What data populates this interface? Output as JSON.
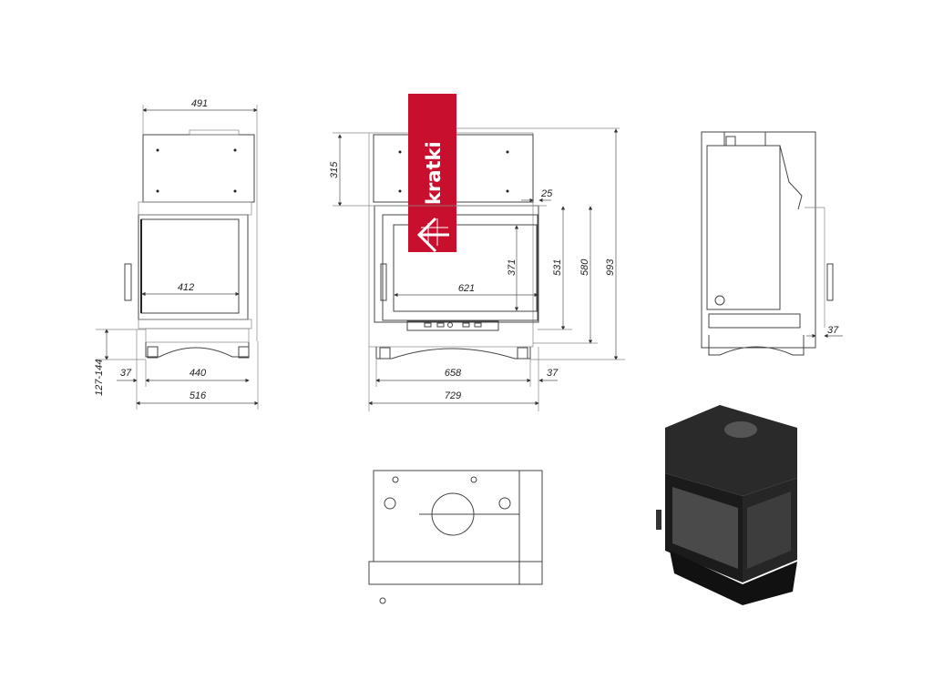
{
  "brand": {
    "name": "kratki",
    "color": "#c8102e"
  },
  "front_side_view": {
    "dims": {
      "top_width": "491",
      "glass_width": "412",
      "offset": "37",
      "base_width": "440",
      "total_width": "516",
      "leg_height": "127-144"
    }
  },
  "front_view": {
    "dims": {
      "top_height": "315",
      "flue_offset": "25",
      "glass_height": "371",
      "door_height": "531",
      "body_height": "580",
      "total_height": "993",
      "glass_width": "621",
      "base_width": "658",
      "side_offset": "37",
      "total_width": "729"
    }
  },
  "side_view": {
    "dims": {
      "offset": "37"
    }
  },
  "colors": {
    "line": "#444444",
    "render_dark": "#1e1e1e"
  }
}
